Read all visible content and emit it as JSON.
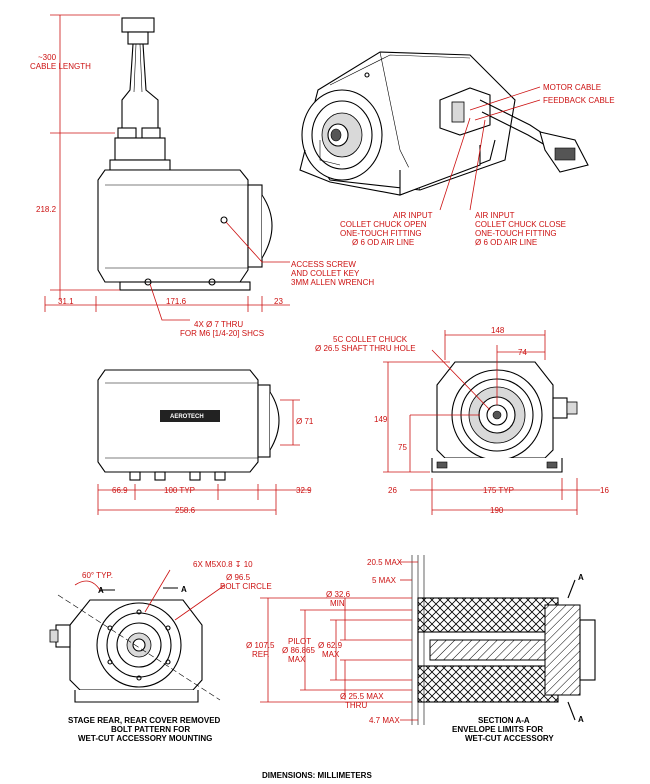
{
  "labels": {
    "cable_length": "~300\nCABLE LENGTH",
    "height_218": "218.2",
    "dim_31": "31.1",
    "dim_171": "171.6",
    "dim_23": "23",
    "access_screw": "ACCESS SCREW\nAND COLLET KEY\n3MM ALLEN WRENCH",
    "thru_holes": "4X Ø 7 THRU\nFOR M6 [1/4-20] SHCS",
    "motor_cable": "MOTOR CABLE",
    "feedback_cable": "FEEDBACK CABLE",
    "air_open": "AIR INPUT\nCOLLET CHUCK OPEN\nONE-TOUCH FITTING\nØ 6 OD AIR LINE",
    "air_close": "AIR INPUT\nCOLLET CHUCK CLOSE\nONE-TOUCH FITTING\nØ 6 OD AIR LINE",
    "collet_chuck": "5C COLLET CHUCK\nØ 26.5 SHAFT THRU HOLE",
    "dim_148": "148",
    "dim_74": "74",
    "dim_149": "149",
    "dim_75": "75",
    "dim_26": "26",
    "dim_175": "175 TYP",
    "dim_16": "16",
    "dim_190": "190",
    "dim_71": "Ø 71",
    "dim_66": "66.9",
    "dim_100": "100 TYP",
    "dim_32_9": "32.9",
    "dim_258": "258.6",
    "angle_60": "60° TYP.",
    "holes_m5": "6X M5X0.8 ↧ 10",
    "bolt_circle": "Ø 96.5\nBOLT CIRCLE",
    "ref_107": "Ø 107.5\nREF.",
    "pilot": "PILOT\nØ 86.865\nMAX",
    "dim_32_6": "Ø 32.6\nMIN",
    "dim_62_9": "Ø 62.9\nMAX",
    "dim_25_5": "Ø 25.5 MAX\nTHRU",
    "dim_20_5": "20.5 MAX",
    "dim_5": "5 MAX",
    "dim_4_7": "4.7 MAX",
    "section_a": "A",
    "stage_rear": "STAGE REAR, REAR COVER REMOVED\nBOLT PATTERN FOR\nWET-CUT ACCESSORY MOUNTING",
    "section_caption": "SECTION A-A\nENVELOPE LIMITS FOR\nWET-CUT ACCESSORY",
    "footer": "DIMENSIONS:  MILLIMETERS",
    "brand": "AEROTECH"
  },
  "colors": {
    "dimension": "#cc1111",
    "line": "#000000",
    "background": "#ffffff"
  }
}
